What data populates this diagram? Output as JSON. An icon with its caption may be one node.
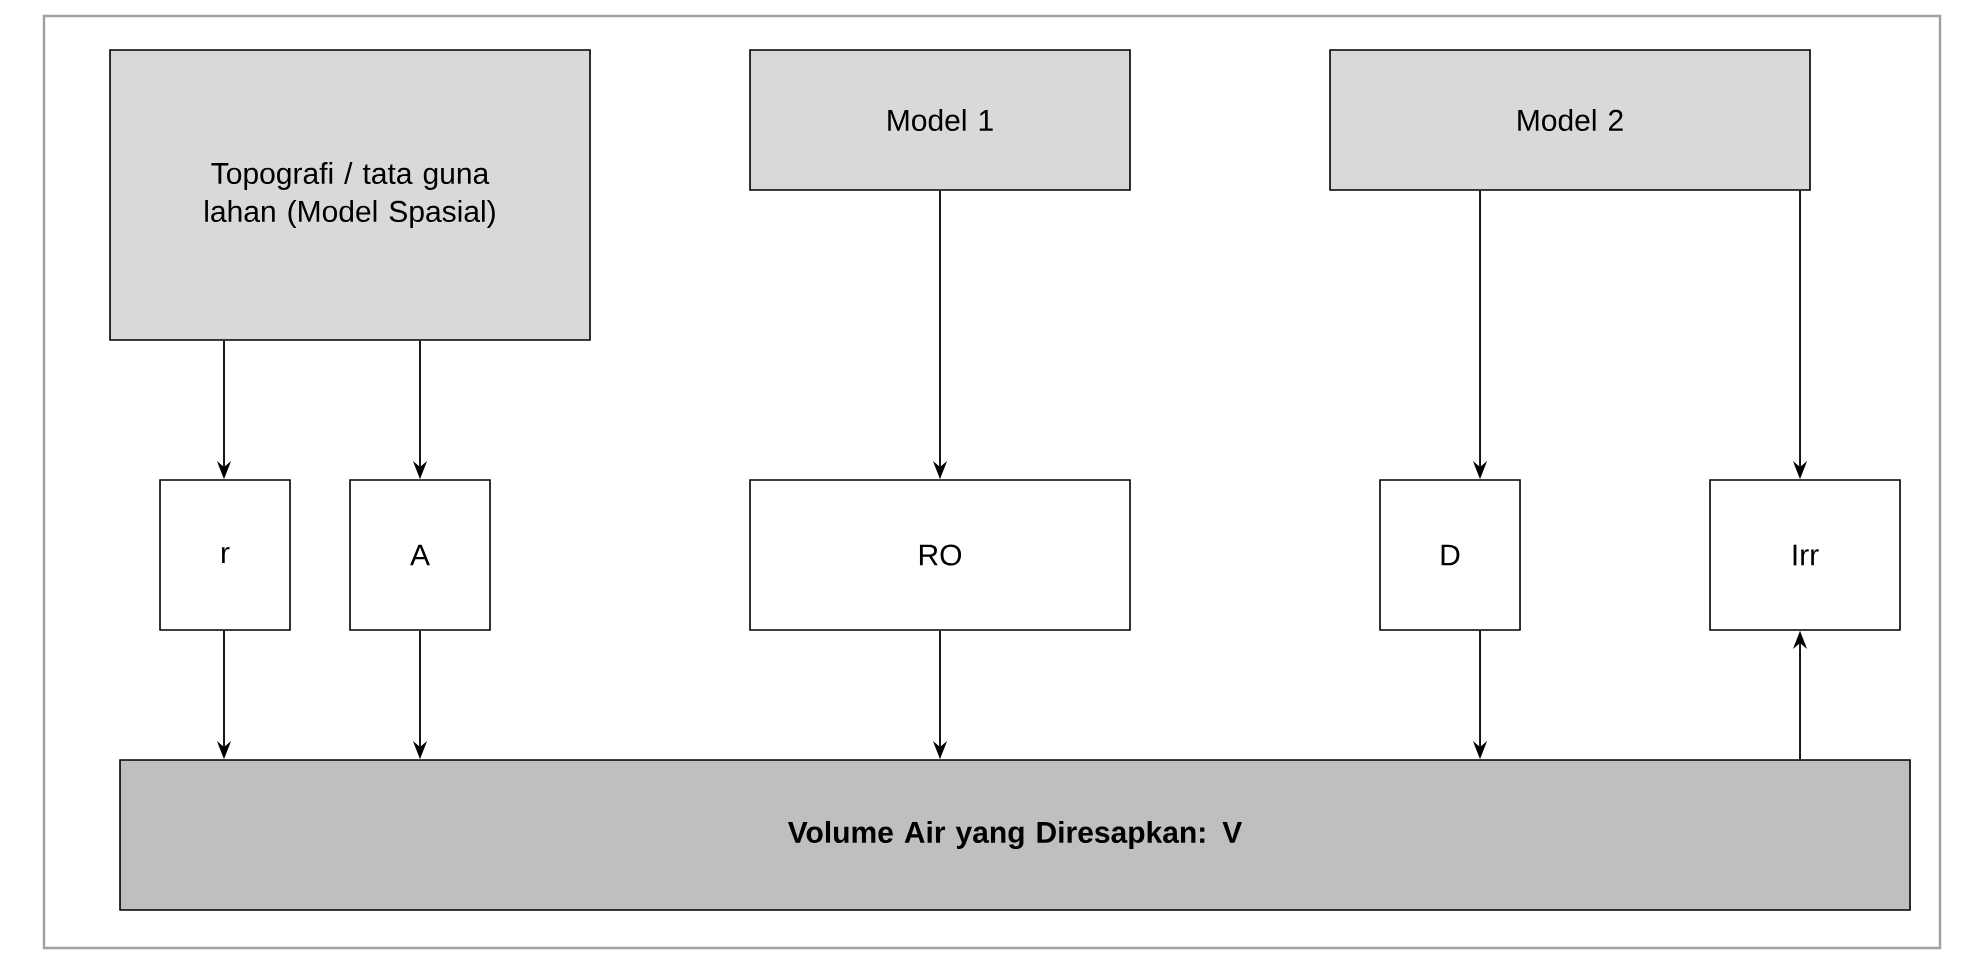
{
  "diagram": {
    "nodes": [
      {
        "text": [
          "Topografi / tata guna lahan (Model Spasial)"
        ]
      },
      {
        "text": [
          "Model 1"
        ]
      },
      {
        "text": [
          "Model 2"
        ]
      },
      {
        "text": [
          "r"
        ]
      },
      {
        "text": [
          "A"
        ]
      },
      {
        "text": [
          "RO"
        ]
      },
      {
        "text": [
          "D"
        ]
      },
      {
        "text": [
          "Irr"
        ]
      },
      {
        "text": [
          "Volume Air yang Diresapkan: V"
        ]
      }
    ],
    "edges": [
      {
        "from": 0,
        "to": 3,
        "arrow": "to"
      },
      {
        "from": 0,
        "to": 4,
        "arrow": "to"
      },
      {
        "from": 1,
        "to": 5,
        "arrow": "to"
      },
      {
        "from": 2,
        "to": 6,
        "arrow": "to"
      },
      {
        "from": 2,
        "to": 7,
        "arrow": "to"
      },
      {
        "from": 3,
        "to": 8,
        "arrow": "to"
      },
      {
        "from": 4,
        "to": 8,
        "arrow": "to"
      },
      {
        "from": 5,
        "to": 8,
        "arrow": "to"
      },
      {
        "from": 6,
        "to": 8,
        "arrow": "to"
      },
      {
        "from": 8,
        "to": 7,
        "arrow": "to"
      }
    ]
  }
}
